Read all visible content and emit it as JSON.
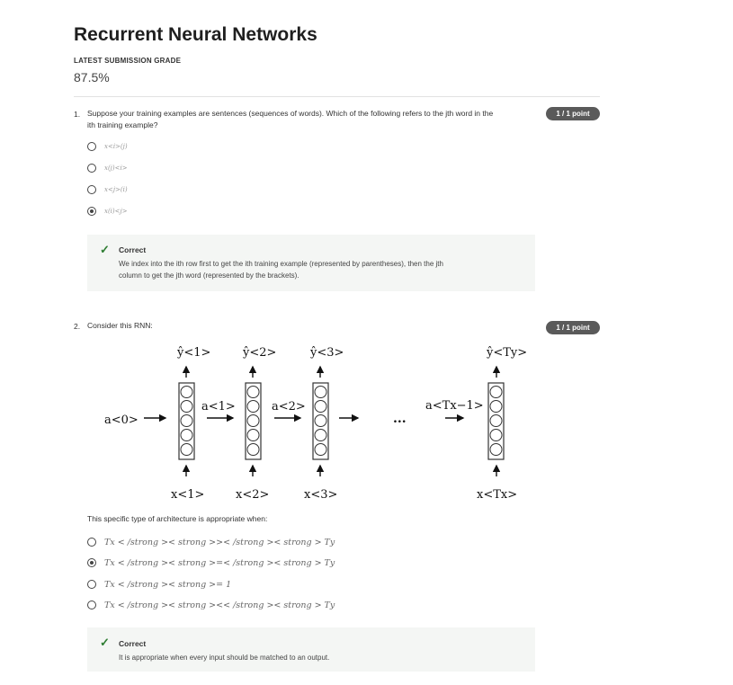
{
  "page": {
    "title": "Recurrent Neural Networks",
    "grade_label": "LATEST SUBMISSION GRADE",
    "grade_value": "87.5%"
  },
  "question1": {
    "number": "1.",
    "text_line1": "Suppose your training examples are sentences (sequences of words). Which of the following refers to the jth word in the",
    "text_line2": "ith training example?",
    "points": "1 / 1 point",
    "options": [
      "x<i>(j)",
      "x(j)<i>",
      "x<j>(i)",
      "x(i)<j>"
    ],
    "selected_index": 3,
    "feedback": {
      "status": "Correct",
      "line1": "We index into the ith row first to get the ith training example (represented by parentheses), then the jth",
      "line2": "column to get the jth word (represented by the brackets)."
    }
  },
  "question2": {
    "number": "2.",
    "text": "Consider this RNN:",
    "points": "1 / 1 point",
    "diagram": {
      "outputs": [
        "ŷ<1>",
        "ŷ<2>",
        "ŷ<3>",
        "ŷ<Ty>"
      ],
      "inputs": [
        "x<1>",
        "x<2>",
        "x<3>",
        "x<Tx>"
      ],
      "activations": [
        "a<0>",
        "a<1>",
        "a<2>",
        "a<Tx−1>"
      ],
      "ellipsis": "..."
    },
    "prompt": "This specific type of architecture is appropriate when:",
    "options": [
      "Tx < /strong >< strong >>< /strong >< strong > Ty",
      "Tx < /strong >< strong >=< /strong >< strong > Ty",
      "Tx < /strong >< strong >= 1",
      "Tx < /strong >< strong ><< /strong >< strong > Ty"
    ],
    "selected_index": 1,
    "feedback": {
      "status": "Correct",
      "line1": "It is appropriate when every input should be matched to an output."
    }
  },
  "colors": {
    "badge": "#5a5a5a",
    "correct_check": "#2e7d32",
    "feedback_bg": "#f4f6f4"
  },
  "icons": {
    "check": "check-icon",
    "radio": "radio-button"
  }
}
